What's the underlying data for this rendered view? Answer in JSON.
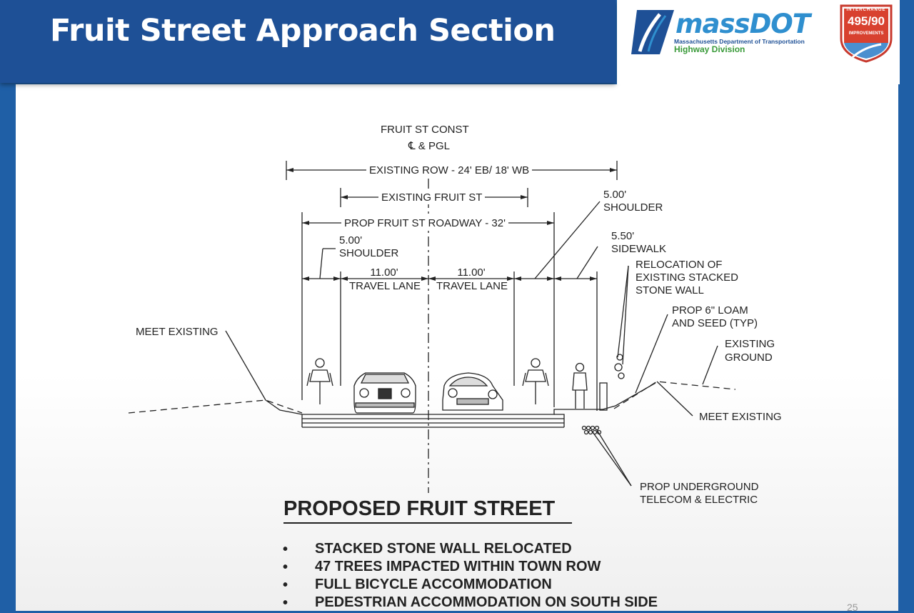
{
  "slide": {
    "title": "Fruit Street Approach Section",
    "page_number": "25",
    "colors": {
      "title_bar": "#1e5096",
      "background": "#1f5fa6"
    }
  },
  "logos": {
    "massdot": {
      "word": "massDOT",
      "subtitle": "Massachusetts Department of Transportation",
      "division": "Highway Division"
    },
    "interchange_badge": {
      "top": "INTERCHANGE",
      "number": "495/90",
      "bottom": "IMPROVEMENTS"
    }
  },
  "drawing": {
    "centerline_label_1": "FRUIT ST CONST",
    "centerline_label_2": "℄ & PGL",
    "dim_row": "EXISTING ROW - 24' EB/ 18' WB",
    "dim_existing_fruit": "EXISTING FRUIT ST",
    "dim_prop_roadway": "PROP FRUIT ST ROADWAY - 32'",
    "left_shoulder": {
      "dim": "5.00'",
      "label": "SHOULDER"
    },
    "left_lane": {
      "dim": "11.00'",
      "label": "TRAVEL LANE"
    },
    "right_lane": {
      "dim": "11.00'",
      "label": "TRAVEL LANE"
    },
    "right_shoulder": {
      "dim": "5.00'",
      "label": "SHOULDER"
    },
    "sidewalk": {
      "dim": "5.50'",
      "label": "SIDEWALK"
    },
    "callouts": {
      "meet_existing_left": "MEET EXISTING",
      "wall_1": "RELOCATION  OF",
      "wall_2": "EXISTING STACKED",
      "wall_3": "STONE WALL",
      "loam_1": "PROP 6\" LOAM",
      "loam_2": "AND SEED (TYP)",
      "ground_1": "EXISTING",
      "ground_2": "GROUND",
      "meet_existing_right": "MEET EXISTING",
      "utility_1": "PROP UNDERGROUND",
      "utility_2": "TELECOM & ELECTRIC"
    }
  },
  "summary": {
    "heading": "PROPOSED FRUIT STREET",
    "bullet_symbol": "•",
    "bullets": [
      "STACKED STONE WALL RELOCATED",
      "47 TREES IMPACTED WITHIN TOWN ROW",
      "FULL BICYCLE ACCOMMODATION",
      "PEDESTRIAN ACCOMMODATION ON SOUTH SIDE"
    ]
  }
}
